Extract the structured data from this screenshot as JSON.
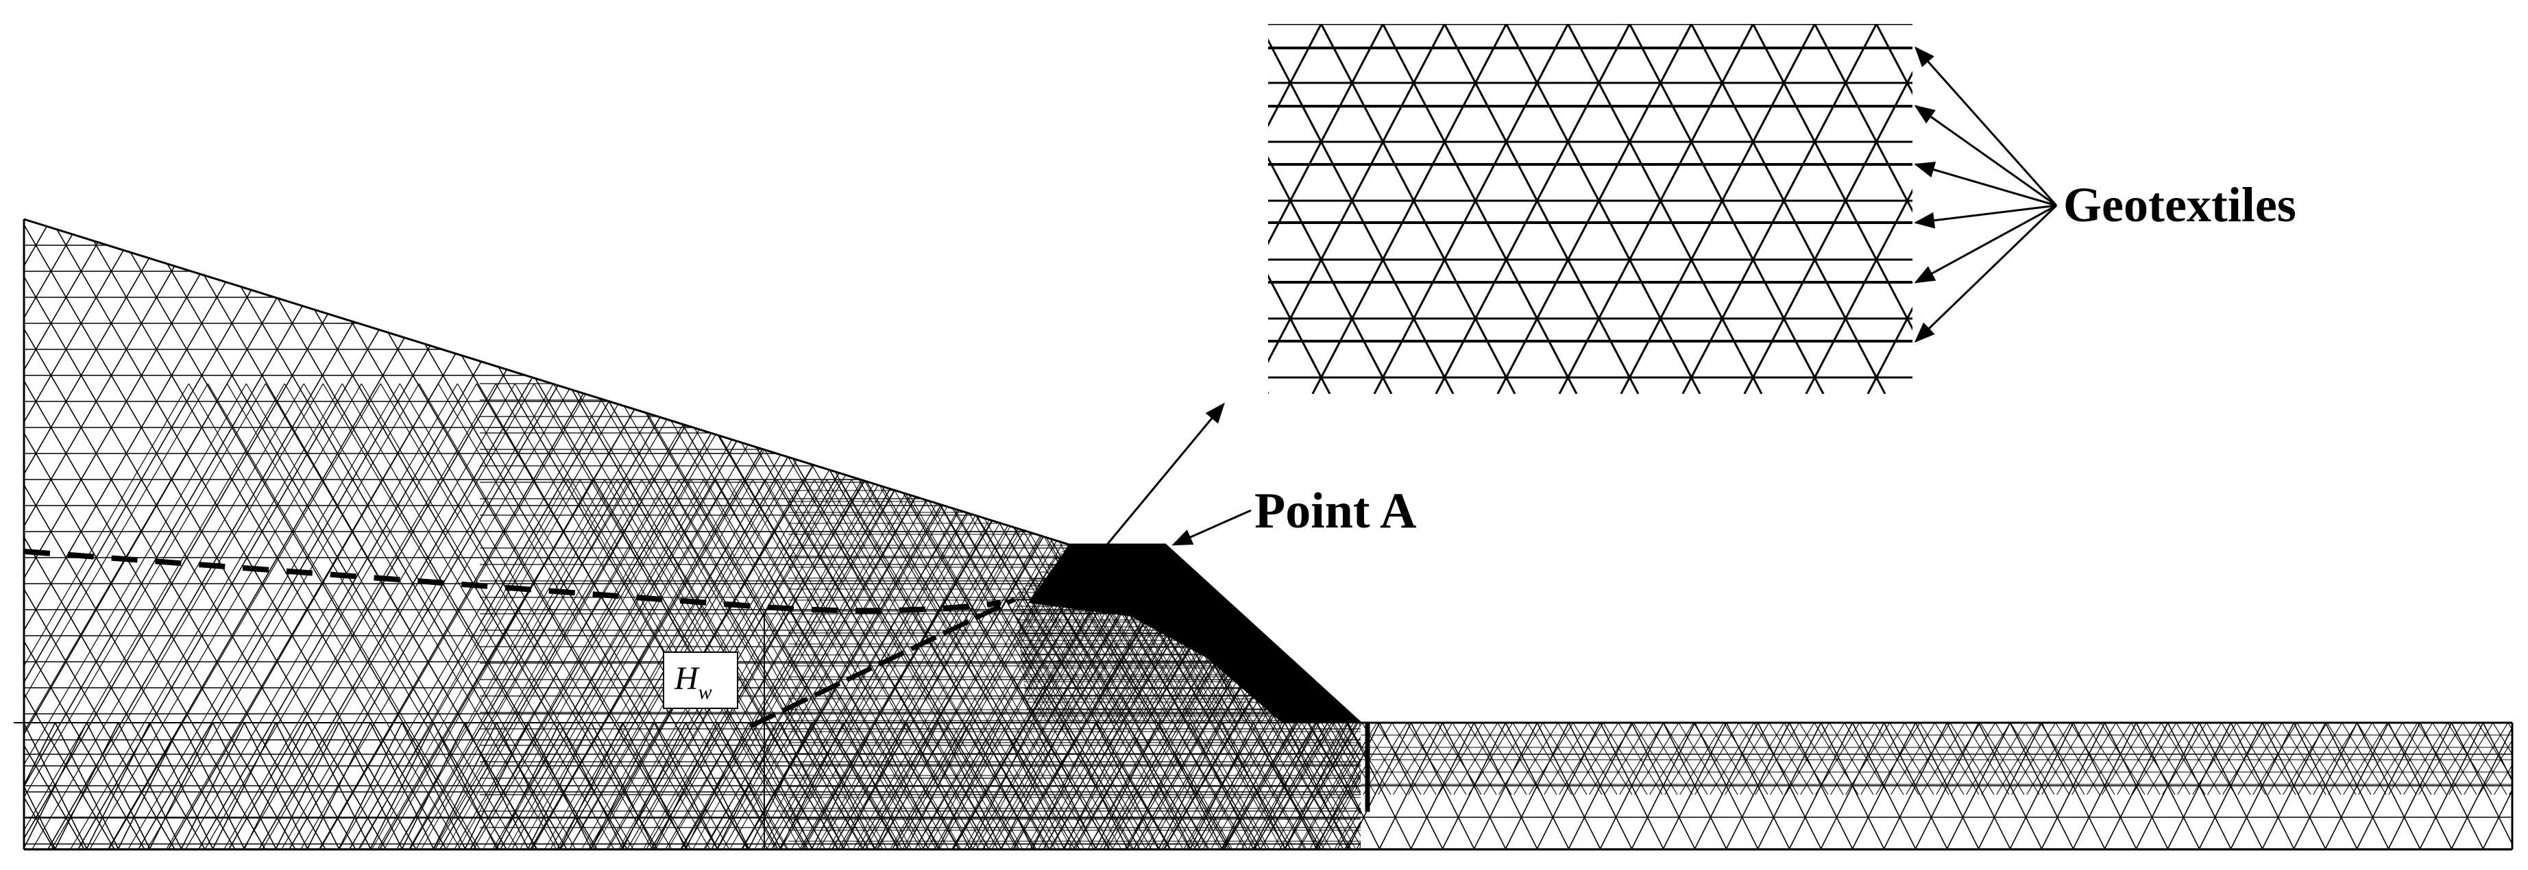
{
  "labels": {
    "point_a": "Point A",
    "geotextiles": "Geotextiles",
    "hw_main": "H",
    "hw_sub": "w"
  },
  "colors": {
    "mesh": "#000000",
    "background": "#ffffff"
  }
}
